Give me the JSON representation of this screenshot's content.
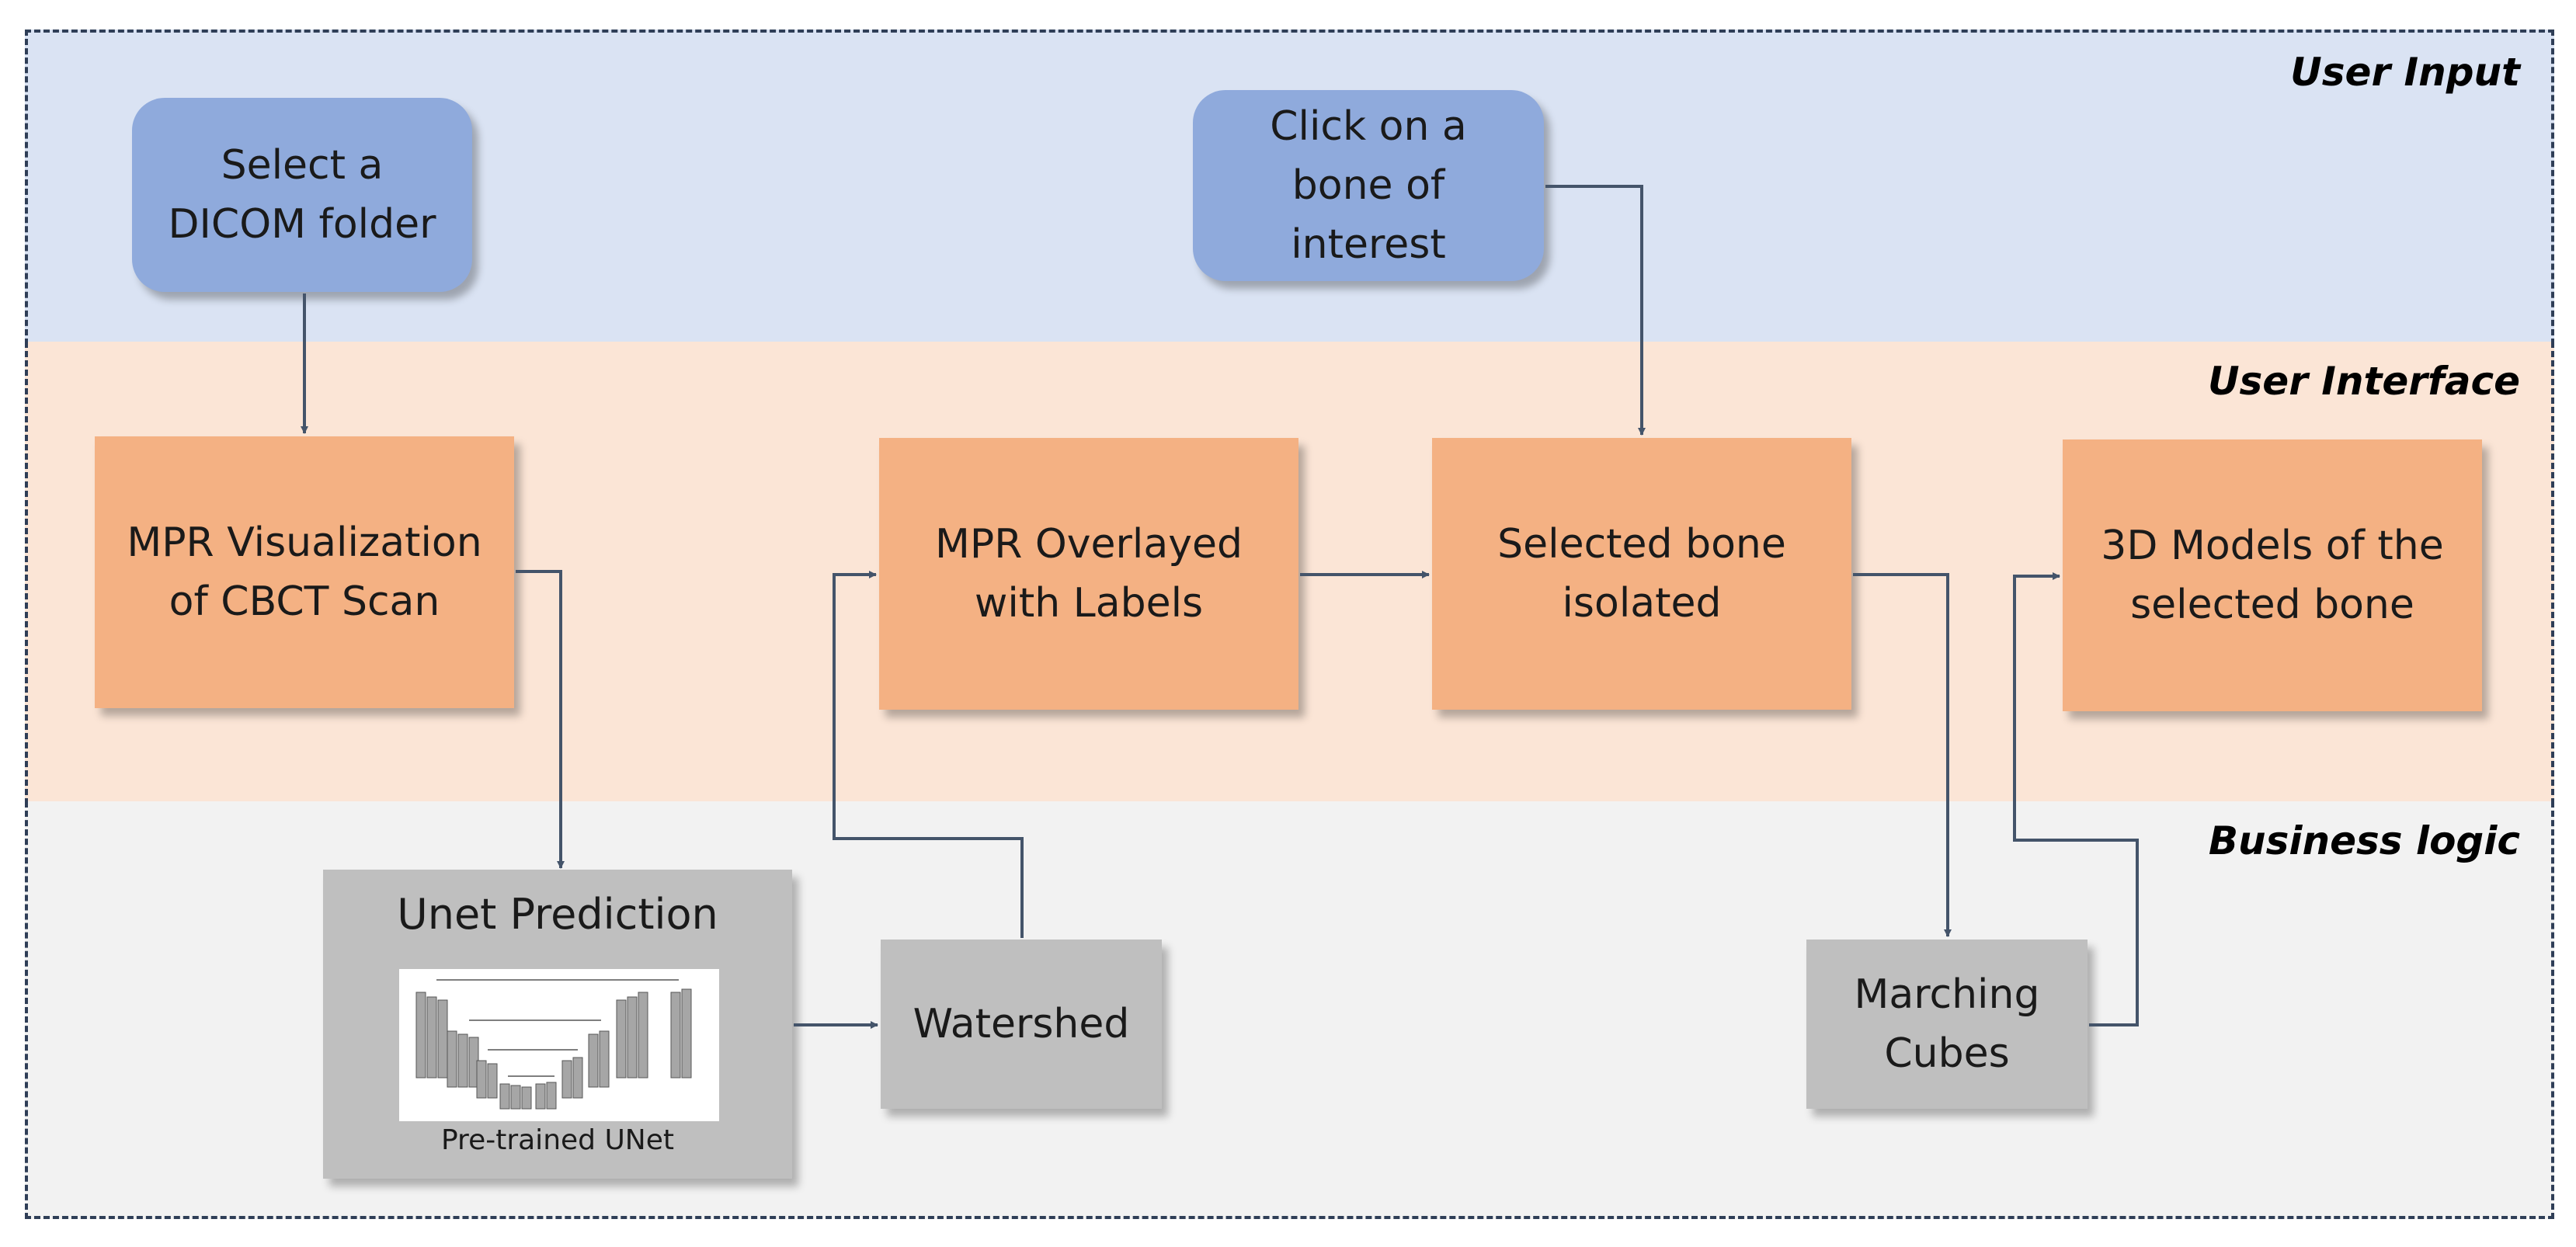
{
  "lanes": {
    "user_input": {
      "title": "User Input"
    },
    "user_interface": {
      "title": "User Interface"
    },
    "business_logic": {
      "title": "Business logic"
    }
  },
  "nodes": {
    "select_dicom": "Select a\nDICOM folder",
    "click_bone": "Click on a\nbone of\ninterest",
    "mpr_visualization": "MPR Visualization\nof CBCT Scan",
    "mpr_overlayed": "MPR Overlayed\nwith Labels",
    "selected_bone": "Selected bone\nisolated",
    "models_3d": "3D Models of the\nselected bone",
    "unet": {
      "title": "Unet Prediction",
      "caption": "Pre-trained UNet"
    },
    "watershed": "Watershed",
    "marching_cubes": "Marching\nCubes"
  },
  "colors": {
    "lane_input": "#dae3f3",
    "lane_ui": "#fbe5d6",
    "lane_biz": "#f2f2f2",
    "node_input": "#8faadc",
    "node_ui": "#f4b183",
    "node_biz": "#bfbfbf",
    "connector": "#44546a"
  }
}
